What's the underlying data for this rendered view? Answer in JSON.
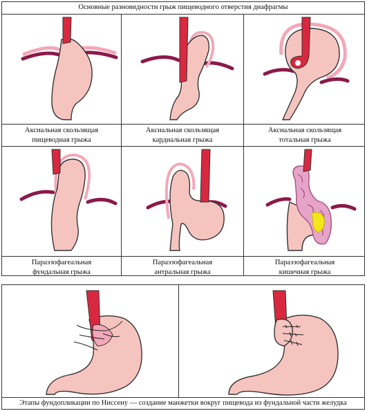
{
  "top_panel": {
    "title": "Основные разновидности грыж пищеводного отверстия диафрагмы",
    "cells": [
      {
        "line1": "Аксиальная скользящая",
        "line2": "пищеводная грыжа"
      },
      {
        "line1": "Аксиальная скользящая",
        "line2": "кардиальная грыжа"
      },
      {
        "line1": "Аксиальная скользящая",
        "line2": "тотальная грыжа"
      },
      {
        "line1": "Параэзофагеальная",
        "line2": "фундальная грыжа"
      },
      {
        "line1": "Параэзофагеальная",
        "line2": "антральная грыжа"
      },
      {
        "line1": "Параэзофагеальная",
        "line2": "кишечная грыжа"
      }
    ]
  },
  "bottom_panel": {
    "caption": "Этапы фундопликации по Ниссену — создание манжетки вокруг пищевода из фундальной части желудка"
  },
  "colors": {
    "stomach_fill": "#f6c4bf",
    "stomach_outline": "#333333",
    "esophagus": "#d8283f",
    "diaphragm": "#8b1a4a",
    "peritoneum": "#f2a8b8",
    "bowel": "#e6a4c8",
    "bowel_content": "#f2e51a"
  }
}
